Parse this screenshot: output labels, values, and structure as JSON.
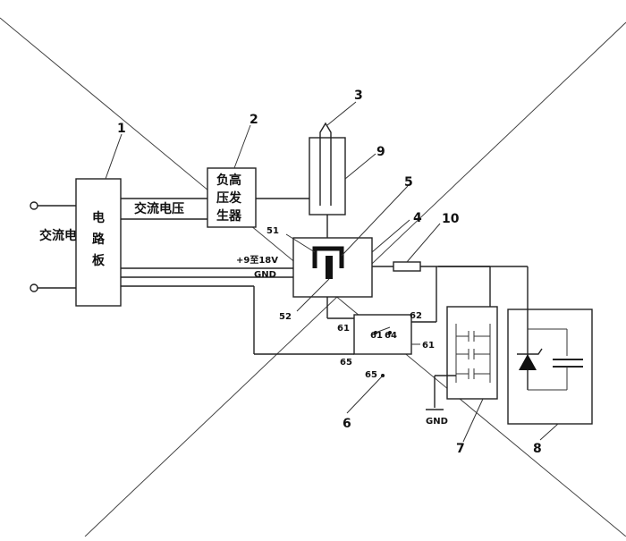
{
  "labels": {
    "ac_voltage_input": "交流电压",
    "circuit_board": [
      "电",
      "路",
      "板"
    ],
    "ac_voltage_line": "交流电压",
    "neg_hv_gen": [
      "负高",
      "压发",
      "生器"
    ],
    "supply": "+9至18V",
    "gnd_line": "GND",
    "gnd_bottom": "GND"
  },
  "callouts": [
    "1",
    "2",
    "3",
    "4",
    "5",
    "6",
    "7",
    "8",
    "9",
    "10"
  ],
  "pins": {
    "p51": "51",
    "p52": "52",
    "p61": "61",
    "p62": "62",
    "p65": "65",
    "p61_top": "61",
    "p64": "64",
    "p65_bottom": "65",
    "p61_right": "61"
  }
}
